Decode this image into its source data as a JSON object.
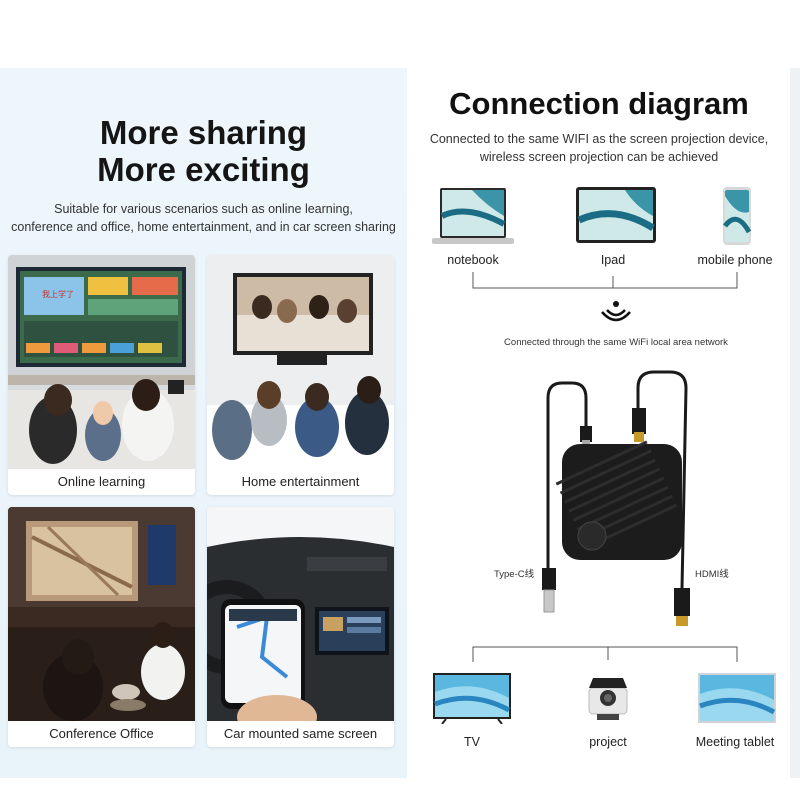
{
  "left": {
    "title_line1": "More sharing",
    "title_line2": "More exciting",
    "subtitle_line1": "Suitable for various scenarios such as online learning,",
    "subtitle_line2": "conference and office, home entertainment, and in car screen sharing",
    "cards": [
      {
        "label": "Online learning",
        "tv_text": "我上学了"
      },
      {
        "label": "Home entertainment"
      },
      {
        "label": "Conference Office"
      },
      {
        "label": "Car mounted same screen"
      }
    ]
  },
  "right": {
    "title": "Connection diagram",
    "subtitle_line1": "Connected to the same WIFI as the screen projection device,",
    "subtitle_line2": "wireless screen projection can be achieved",
    "sources": [
      {
        "label": "notebook"
      },
      {
        "label": "Ipad"
      },
      {
        "label": "mobile phone"
      }
    ],
    "wifi_note": "Connected through the same WiFi local area network",
    "cables": {
      "type_c": "Type-C线",
      "hdmi": "HDMI线"
    },
    "outputs": [
      {
        "label": "TV"
      },
      {
        "label": "project"
      },
      {
        "label": "Meeting tablet"
      }
    ]
  },
  "colors": {
    "left_bg": "#eef6fb",
    "device_black": "#1c1c1c",
    "screen_teal": "#2c8fa8"
  },
  "icons": [
    "wifi-icon",
    "laptop-icon",
    "tablet-icon",
    "phone-icon",
    "tv-icon",
    "projector-icon",
    "dongle-icon"
  ]
}
